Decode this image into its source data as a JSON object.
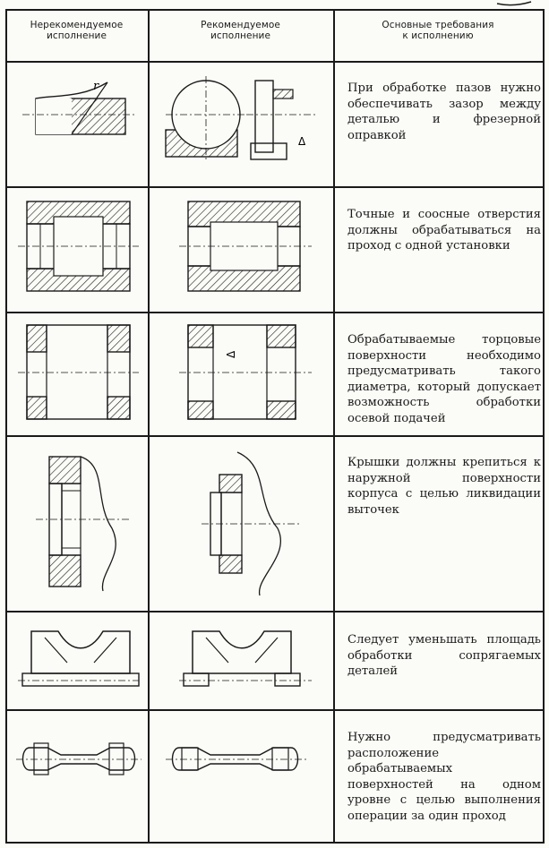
{
  "header": {
    "col1": [
      "Нерекомендуемое",
      "исполнение"
    ],
    "col2": [
      "Рекомендуемое",
      "исполнение"
    ],
    "col3": [
      "Основные требования",
      "к исполнению"
    ]
  },
  "rows": [
    {
      "requirement": "При обработке пазов нужно обеспечивать зазор между деталью и фрезерной оправкой"
    },
    {
      "requirement": "Точные и соосные отверстия должны обрабатываться на проход с одной установки"
    },
    {
      "requirement": "Обрабатываемые торцовые поверхности необходимо предусматривать такого диаметра, который допускает возможность обработки осевой подачей"
    },
    {
      "requirement": "Крышки должны крепиться к наружной поверхности корпуса с целью ликвидации выточек"
    },
    {
      "requirement": "Следует уменьшать площадь обработки сопрягаемых деталей"
    },
    {
      "requirement": "Нужно предусматривать расположение обрабатываемых поверхностей на одном уровне с целью выполнения операции за один проход"
    }
  ],
  "drawing_labels": {
    "radius": "r",
    "clearance": "Δ"
  }
}
